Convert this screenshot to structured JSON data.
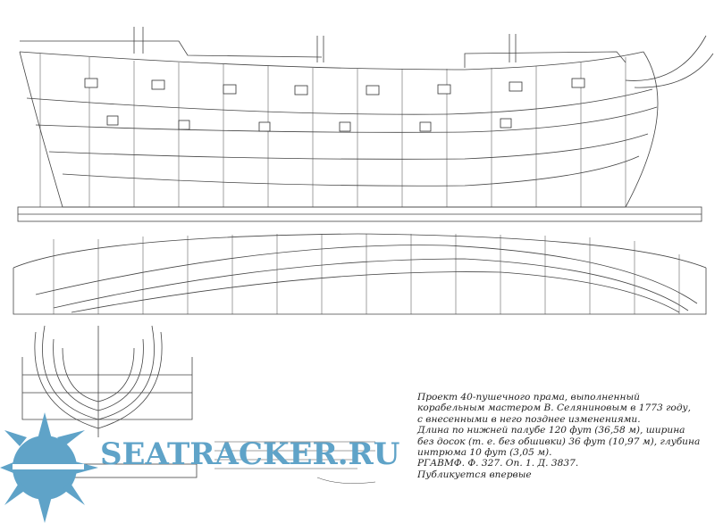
{
  "caption": {
    "lines": [
      "Проект 40-пушечного прама, выполненный",
      "корабельным мастером В. Селяниновым в 1773 году,",
      "с внесенными в него позднее изменениями.",
      "Длина по нижней палубе 120 фут (36,58 м), ширина",
      "без досок (т. е. без обшивки) 36 фут (10,97 м), глубина",
      "интрюма 10 фут (3,05 м).",
      "РГАВМФ. Ф. 327. Оп. 1. Д. 3837.",
      "Публикуется впервые"
    ]
  },
  "watermark": {
    "text": "SEATRACKER.RU",
    "color": "#5fa3c8"
  },
  "colors": {
    "line": "#333333",
    "paper": "#ffffff"
  }
}
